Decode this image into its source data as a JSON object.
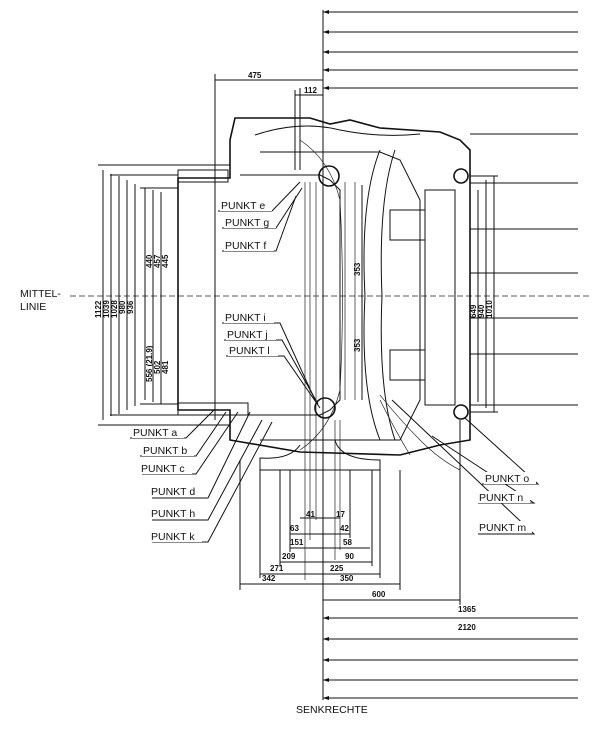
{
  "points": {
    "e": "PUNKT e",
    "g": "PUNKT g",
    "f": "PUNKT f",
    "i": "PUNKT i",
    "j": "PUNKT j",
    "l": "PUNKT l",
    "a": "PUNKT a",
    "b": "PUNKT b",
    "c": "PUNKT c",
    "d": "PUNKT d",
    "h": "PUNKT h",
    "k": "PUNKT k",
    "o": "PUNKT o",
    "n": "PUNKT n",
    "m": "PUNKT m"
  },
  "reference_lines": {
    "mittellinie_1": "MITTEL-",
    "mittellinie_2": "LINIE",
    "senkrechte": "SENKRECHTE"
  },
  "dimensions": {
    "top_475": "475",
    "top_112": "112",
    "left_1122": "1122",
    "left_1039": "1039",
    "left_1028": "1028",
    "left_980": "980",
    "left_936": "936",
    "left_440": "440",
    "left_457": "457",
    "left_445": "445",
    "left_556": "556 (21.9)",
    "left_502": "502",
    "left_481": "481",
    "mid_353_top": "353",
    "mid_353_bottom": "353",
    "right_649": "649",
    "right_940": "940",
    "right_1010": "1010",
    "bot_41": "41",
    "bot_17": "17",
    "bot_63": "63",
    "bot_42": "42",
    "bot_151": "151",
    "bot_58": "58",
    "bot_209": "209",
    "bot_90": "90",
    "bot_271": "271",
    "bot_225": "225",
    "bot_342": "342",
    "bot_350": "350",
    "bot_600": "600",
    "bot_1365": "1365",
    "bot_2120": "2120"
  }
}
